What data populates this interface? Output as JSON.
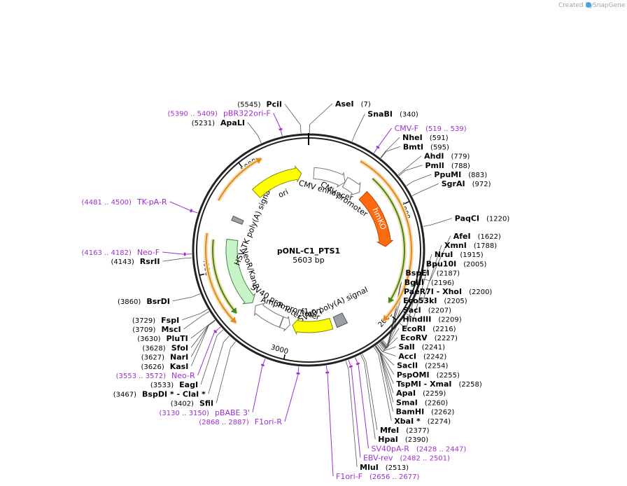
{
  "credit": {
    "prefix": "Created by",
    "brand": "SnapGene"
  },
  "plasmid": {
    "name": "pONL-C1_PTS1",
    "length_label": "5603 bp",
    "length": 5603
  },
  "ticks": [
    {
      "pos": 1000,
      "label": "1000"
    },
    {
      "pos": 2000,
      "label": "2000"
    },
    {
      "pos": 3000,
      "label": "3000"
    },
    {
      "pos": 4000,
      "label": "4000"
    },
    {
      "pos": 5000,
      "label": "5000"
    }
  ],
  "features": [
    {
      "name": "CMV enhancer",
      "label": "CMV enhancer",
      "start": 61,
      "end": 440,
      "ring": 2,
      "color": "#ffffff",
      "stroke": "#777777",
      "dir": 1
    },
    {
      "name": "CMV promoter",
      "label": "CMV promoter",
      "start": 441,
      "end": 644,
      "ring": 2,
      "color": "#ffffff",
      "stroke": "#777777",
      "dir": 1
    },
    {
      "name": "hmKO",
      "label": "hmKO",
      "start": 700,
      "end": 1360,
      "ring": 2,
      "color": "#ff6a10",
      "stroke": "#bb4400",
      "dir": 1
    },
    {
      "name": "SV40 poly(A) signal",
      "label": "SV40 poly(A) signal",
      "start": 2365,
      "end": 2487,
      "ring": 2,
      "color": "#9aa0a6",
      "stroke": "#555555",
      "dir": 0
    },
    {
      "name": "f1 ori",
      "label": "f1 ori",
      "start": 2535,
      "end": 2990,
      "ring": 2,
      "color": "#ffff00",
      "stroke": "#888800",
      "dir": 1
    },
    {
      "name": "AmpR promoter",
      "label": "AmpR promoter",
      "start": 3020,
      "end": 3120,
      "ring": 2,
      "color": "#ffffff",
      "stroke": "#777777",
      "dir": -1
    },
    {
      "name": "SV40 promoter",
      "label": "SV40 promoter",
      "start": 3125,
      "end": 3480,
      "ring": 2,
      "color": "#ffffff",
      "stroke": "#777777",
      "dir": 1
    },
    {
      "name": "NeoR/KanR",
      "label": "NeoR/KanR",
      "start": 3530,
      "end": 4320,
      "ring": 2,
      "color": "#c8f5c8",
      "stroke": "#448844",
      "dir": -1
    },
    {
      "name": "HSV TK poly(A) signal",
      "label": "HSV TK poly(A) signal",
      "start": 4530,
      "end": 4580,
      "ring": 2,
      "color": "#9aa0a6",
      "stroke": "#555555",
      "dir": 0
    },
    {
      "name": "ori",
      "label": "ori",
      "start": 4935,
      "end": 5520,
      "ring": 2,
      "color": "#ffff00",
      "stroke": "#888800",
      "dir": 1
    }
  ],
  "orfs": [
    {
      "start": 470,
      "end": 2080,
      "ring": 1,
      "dir": 1,
      "color": "#e08a20"
    },
    {
      "start": 650,
      "end": 1920,
      "ring": 0,
      "dir": 1,
      "color": "#3b8a1e"
    },
    {
      "start": 3500,
      "end": 4350,
      "ring": 1,
      "dir": -1,
      "color": "#e08a20"
    },
    {
      "start": 3560,
      "end": 4300,
      "ring": 0,
      "dir": -1,
      "color": "#3b8a1e"
    },
    {
      "start": 4650,
      "end": 5180,
      "ring": 1,
      "dir": 1,
      "color": "#e08a20"
    }
  ],
  "sites": [
    {
      "name": "PciI",
      "pos_label": "(5545)",
      "bp": 5545,
      "side": "left",
      "kind": "enzyme"
    },
    {
      "name": "pBR322ori-F",
      "pos_label": "(5390 .. 5409)",
      "bp": 5400,
      "side": "left",
      "kind": "primer"
    },
    {
      "name": "ApaLI",
      "pos_label": "(5231)",
      "bp": 5231,
      "side": "left",
      "kind": "enzyme"
    },
    {
      "name": "AseI",
      "pos_label": "(7)",
      "bp": 7,
      "side": "right",
      "kind": "enzyme"
    },
    {
      "name": "SnaBI",
      "pos_label": "(340)",
      "bp": 340,
      "side": "right",
      "kind": "enzyme"
    },
    {
      "name": "CMV-F",
      "pos_label": "(519 .. 539)",
      "bp": 529,
      "side": "right",
      "kind": "primer"
    },
    {
      "name": "NheI",
      "pos_label": "(591)",
      "bp": 591,
      "side": "right",
      "kind": "enzyme"
    },
    {
      "name": "BmtI",
      "pos_label": "(595)",
      "bp": 595,
      "side": "right",
      "kind": "enzyme"
    },
    {
      "name": "AhdI",
      "pos_label": "(779)",
      "bp": 779,
      "side": "right",
      "kind": "enzyme"
    },
    {
      "name": "PmlI",
      "pos_label": "(788)",
      "bp": 788,
      "side": "right",
      "kind": "enzyme"
    },
    {
      "name": "PpuMI",
      "pos_label": "(883)",
      "bp": 883,
      "side": "right",
      "kind": "enzyme"
    },
    {
      "name": "SgrAI",
      "pos_label": "(972)",
      "bp": 972,
      "side": "right",
      "kind": "enzyme"
    },
    {
      "name": "PaqCI",
      "pos_label": "(1220)",
      "bp": 1220,
      "side": "right",
      "kind": "enzyme"
    },
    {
      "name": "AfeI",
      "pos_label": "(1622)",
      "bp": 1622,
      "side": "right",
      "kind": "enzyme"
    },
    {
      "name": "XmnI",
      "pos_label": "(1788)",
      "bp": 1788,
      "side": "right",
      "kind": "enzyme"
    },
    {
      "name": "NruI",
      "pos_label": "(1915)",
      "bp": 1915,
      "side": "right",
      "kind": "enzyme"
    },
    {
      "name": "Bpu10I",
      "pos_label": "(2005)",
      "bp": 2005,
      "side": "right",
      "kind": "enzyme"
    },
    {
      "name": "BspEI",
      "pos_label": "(2187)",
      "bp": 2187,
      "side": "right",
      "kind": "enzyme"
    },
    {
      "name": "BglII",
      "pos_label": "(2196)",
      "bp": 2196,
      "side": "right",
      "kind": "enzyme"
    },
    {
      "name": "PaeR7I - XhoI",
      "pos_label": "(2200)",
      "bp": 2200,
      "side": "right",
      "kind": "enzyme"
    },
    {
      "name": "Eco53kI",
      "pos_label": "(2205)",
      "bp": 2205,
      "side": "right",
      "kind": "enzyme"
    },
    {
      "name": "SacI",
      "pos_label": "(2207)",
      "bp": 2207,
      "side": "right",
      "kind": "enzyme"
    },
    {
      "name": "HindIII",
      "pos_label": "(2209)",
      "bp": 2209,
      "side": "right",
      "kind": "enzyme"
    },
    {
      "name": "EcoRI",
      "pos_label": "(2216)",
      "bp": 2216,
      "side": "right",
      "kind": "enzyme"
    },
    {
      "name": "EcoRV",
      "pos_label": "(2227)",
      "bp": 2227,
      "side": "right",
      "kind": "enzyme"
    },
    {
      "name": "SalI",
      "pos_label": "(2241)",
      "bp": 2241,
      "side": "right",
      "kind": "enzyme"
    },
    {
      "name": "AccI",
      "pos_label": "(2242)",
      "bp": 2242,
      "side": "right",
      "kind": "enzyme"
    },
    {
      "name": "SacII",
      "pos_label": "(2254)",
      "bp": 2254,
      "side": "right",
      "kind": "enzyme"
    },
    {
      "name": "PspOMI",
      "pos_label": "(2255)",
      "bp": 2255,
      "side": "right",
      "kind": "enzyme"
    },
    {
      "name": "TspMI - XmaI",
      "pos_label": "(2258)",
      "bp": 2258,
      "side": "right",
      "kind": "enzyme"
    },
    {
      "name": "ApaI",
      "pos_label": "(2259)",
      "bp": 2259,
      "side": "right",
      "kind": "enzyme"
    },
    {
      "name": "SmaI",
      "pos_label": "(2260)",
      "bp": 2260,
      "side": "right",
      "kind": "enzyme"
    },
    {
      "name": "BamHI",
      "pos_label": "(2262)",
      "bp": 2262,
      "side": "right",
      "kind": "enzyme"
    },
    {
      "name": "XbaI *",
      "pos_label": "(2274)",
      "bp": 2274,
      "side": "right",
      "kind": "enzyme"
    },
    {
      "name": "MfeI",
      "pos_label": "(2377)",
      "bp": 2377,
      "side": "right",
      "kind": "enzyme"
    },
    {
      "name": "HpaI",
      "pos_label": "(2390)",
      "bp": 2390,
      "side": "right",
      "kind": "enzyme"
    },
    {
      "name": "SV40pA-R",
      "pos_label": "(2428 .. 2447)",
      "bp": 2437,
      "side": "right",
      "kind": "primer"
    },
    {
      "name": "EBV-rev",
      "pos_label": "(2482 .. 2501)",
      "bp": 2491,
      "side": "right",
      "kind": "primer"
    },
    {
      "name": "MluI",
      "pos_label": "(2513)",
      "bp": 2513,
      "side": "right",
      "kind": "enzyme"
    },
    {
      "name": "F1ori-F",
      "pos_label": "(2656 .. 2677)",
      "bp": 2666,
      "side": "right",
      "kind": "primer"
    },
    {
      "name": "TK-pA-R",
      "pos_label": "(4481 .. 4500)",
      "bp": 4490,
      "side": "left",
      "kind": "primer"
    },
    {
      "name": "Neo-F",
      "pos_label": "(4163 .. 4182)",
      "bp": 4172,
      "side": "left",
      "kind": "primer"
    },
    {
      "name": "RsrII",
      "pos_label": "(4143)",
      "bp": 4143,
      "side": "left",
      "kind": "enzyme"
    },
    {
      "name": "BsrDI",
      "pos_label": "(3860)",
      "bp": 3860,
      "side": "left",
      "kind": "enzyme"
    },
    {
      "name": "FspI",
      "pos_label": "(3729)",
      "bp": 3729,
      "side": "left",
      "kind": "enzyme"
    },
    {
      "name": "MscI",
      "pos_label": "(3709)",
      "bp": 3709,
      "side": "left",
      "kind": "enzyme"
    },
    {
      "name": "PluTI",
      "pos_label": "(3630)",
      "bp": 3630,
      "side": "left",
      "kind": "enzyme"
    },
    {
      "name": "SfoI",
      "pos_label": "(3628)",
      "bp": 3628,
      "side": "left",
      "kind": "enzyme"
    },
    {
      "name": "NarI",
      "pos_label": "(3627)",
      "bp": 3627,
      "side": "left",
      "kind": "enzyme"
    },
    {
      "name": "KasI",
      "pos_label": "(3626)",
      "bp": 3626,
      "side": "left",
      "kind": "enzyme"
    },
    {
      "name": "Neo-R",
      "pos_label": "(3553 .. 3572)",
      "bp": 3562,
      "side": "left",
      "kind": "primer"
    },
    {
      "name": "EagI",
      "pos_label": "(3533)",
      "bp": 3533,
      "side": "left",
      "kind": "enzyme"
    },
    {
      "name": "BspDI * - ClaI *",
      "pos_label": "(3467)",
      "bp": 3467,
      "side": "left",
      "kind": "enzyme"
    },
    {
      "name": "SfiI",
      "pos_label": "(3402)",
      "bp": 3402,
      "side": "left",
      "kind": "enzyme"
    },
    {
      "name": "pBABE 3'",
      "pos_label": "(3130 .. 3150)",
      "bp": 3140,
      "side": "left",
      "kind": "primer"
    },
    {
      "name": "F1ori-R",
      "pos_label": "(2868 .. 2887)",
      "bp": 2877,
      "side": "left",
      "kind": "primer"
    }
  ]
}
